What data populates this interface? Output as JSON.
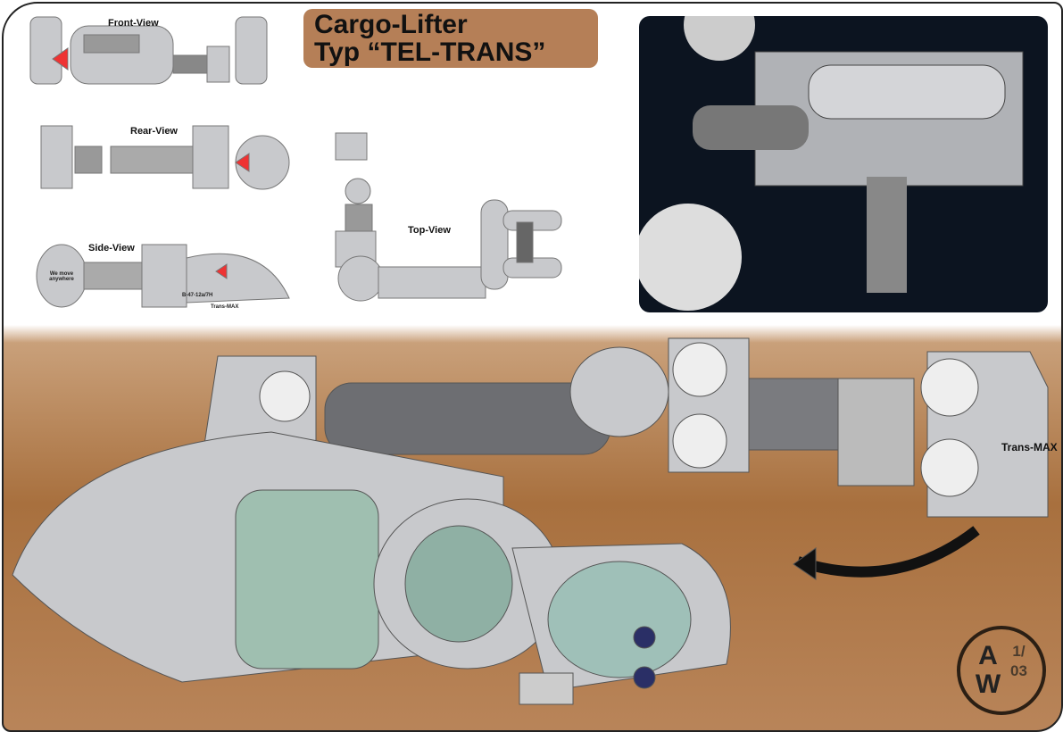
{
  "title": {
    "line1": "Cargo-Lifter",
    "line2": "Typ “TEL-TRANS”"
  },
  "views": {
    "front": "Front-View",
    "rear": "Rear-View",
    "side": "Side-View",
    "top": "Top-View"
  },
  "side_markings": {
    "slogan": "We move anywhere",
    "serial": "B-47-12a/7H",
    "brand": "Trans-MAX"
  },
  "main_marking": "Trans-MAX",
  "logo": {
    "letters": "AW",
    "page": "1/",
    "total": "03"
  },
  "colors": {
    "accent": "#b57f57",
    "hull": "#c8c9cc",
    "ground": "#a8703e"
  }
}
